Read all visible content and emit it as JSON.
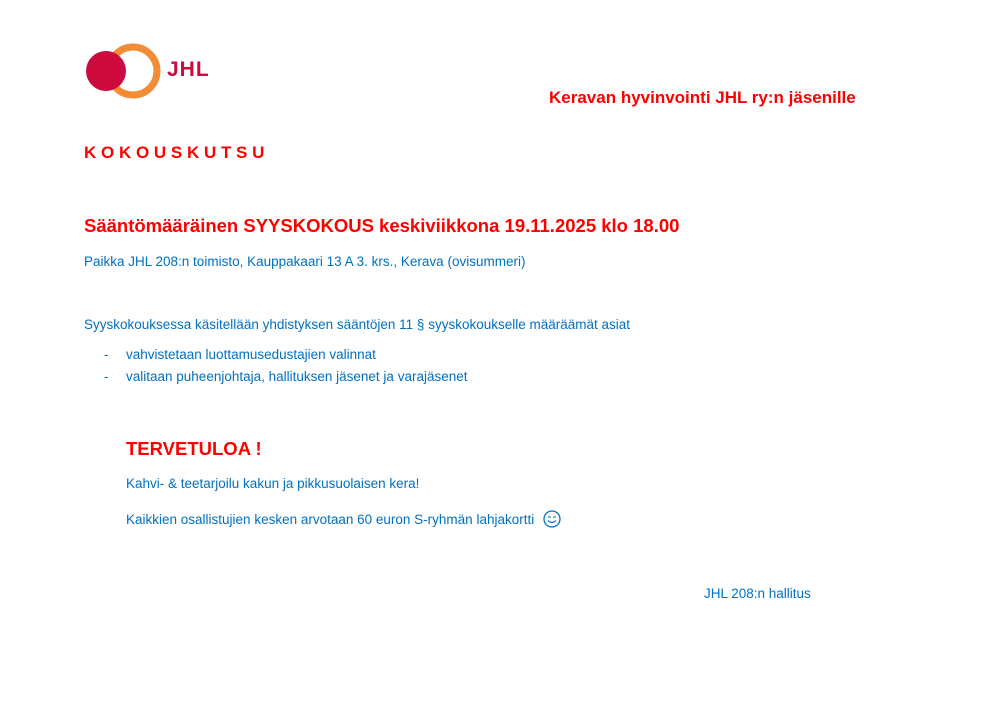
{
  "logo": {
    "text": "JHL",
    "colors": {
      "red": "#cc0a3c",
      "orange": "#f28c35"
    }
  },
  "recipient": "Keravan hyvinvointi JHL ry:n jäsenille",
  "doc_title": "K O K O U S K U T S U",
  "meeting_heading": "Sääntömääräinen SYYSKOKOUS keskiviikkona 19.11.2025 klo 18.00",
  "location": "Paikka JHL 208:n toimisto, Kauppakaari 13 A 3. krs., Kerava (ovisummeri)",
  "agenda_intro": "Syyskokouksessa käsitellään yhdistyksen sääntöjen 11 § syyskokoukselle määräämät asiat",
  "agenda_items": [
    {
      "bullet": "-",
      "text": "vahvistetaan luottamusedustajien valinnat"
    },
    {
      "bullet": "-",
      "text": "valitaan puheenjohtaja, hallituksen jäsenet ja varajäsenet"
    }
  ],
  "welcome": "TERVETULOA !",
  "refreshments": "Kahvi- & teetarjoilu kakun ja pikkusuolaisen kera!",
  "raffle": "Kaikkien osallistujien kesken arvotaan 60 euron S-ryhmän lahjakortti",
  "signature": "JHL 208:n hallitus",
  "colors": {
    "red": "#ff0000",
    "blue": "#0070c0"
  }
}
